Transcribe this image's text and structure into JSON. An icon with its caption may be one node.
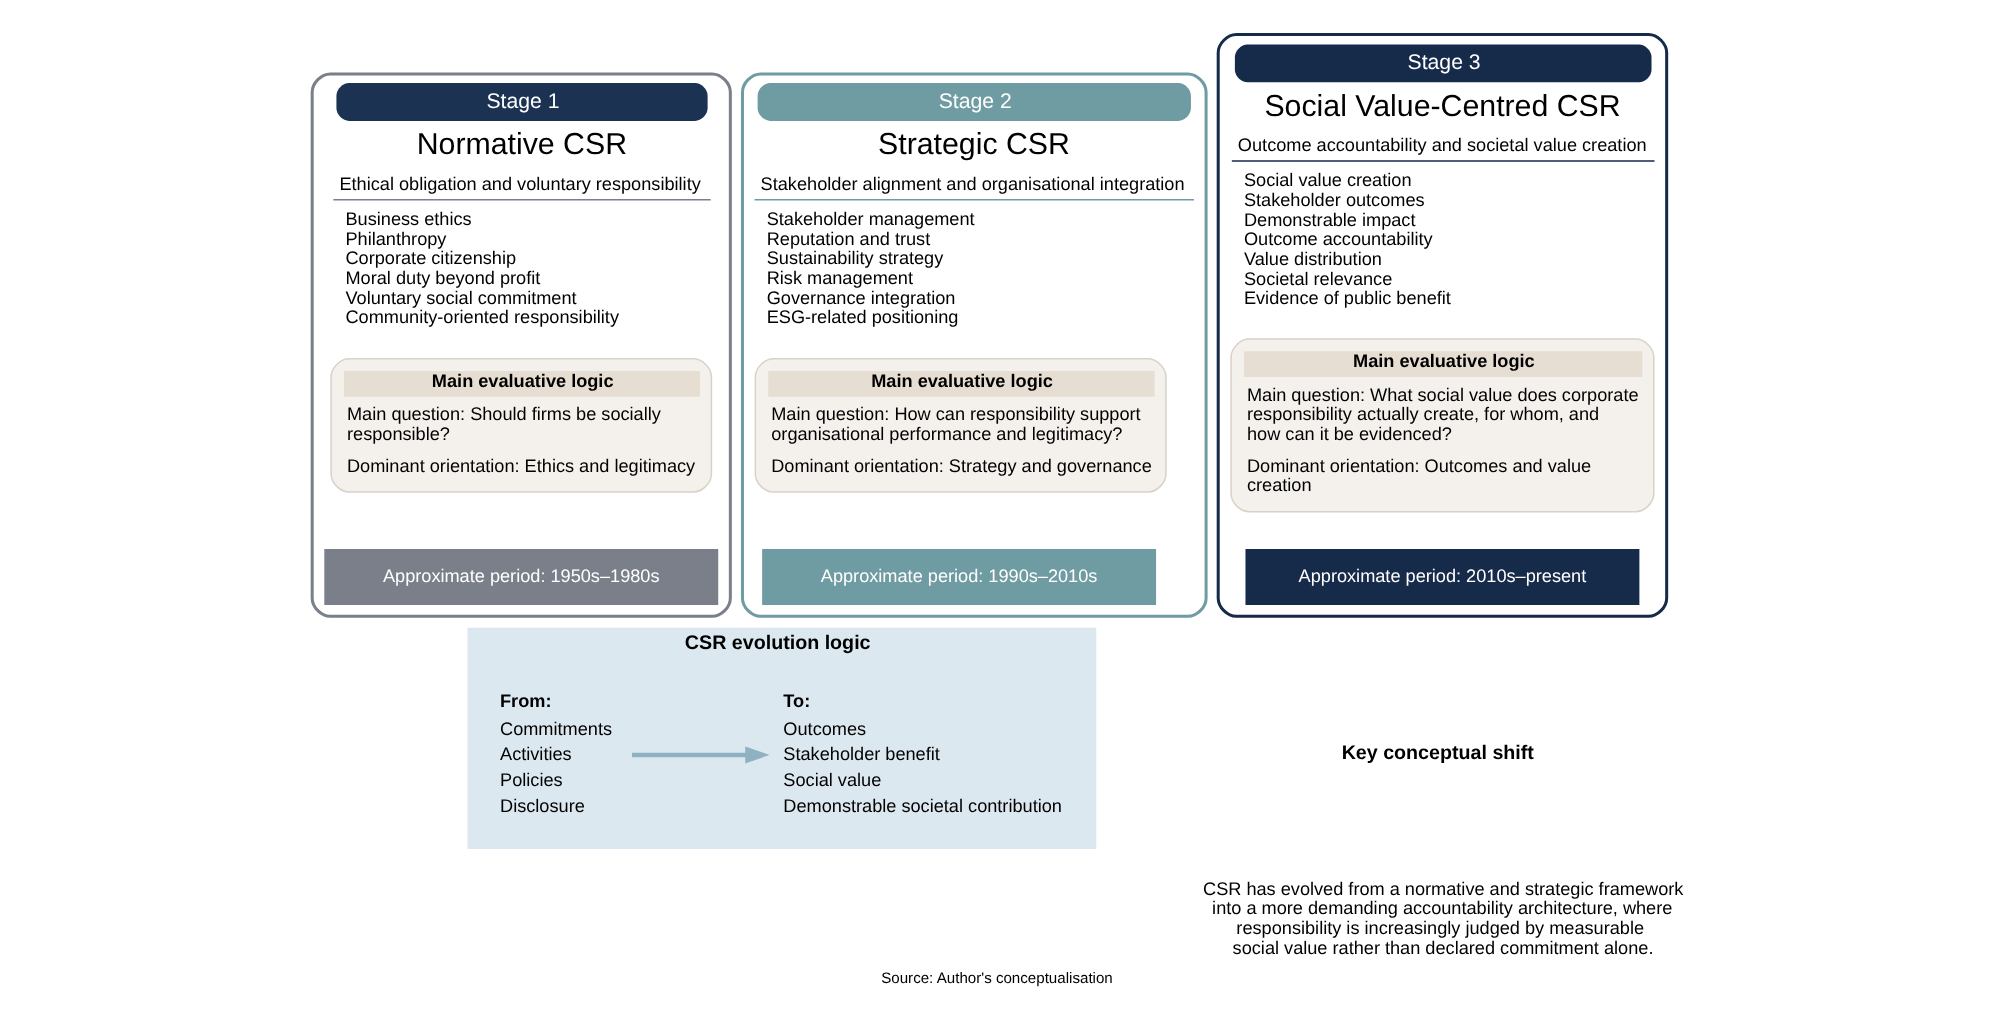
{
  "diagram": {
    "caption": "Source: Author's conceptualisation",
    "nodes": [
      {
        "text": [
          "Stage 1",
          "Normative CSR",
          "Ethical obligation and voluntary responsibility",
          "Business ethics",
          "Philanthropy",
          "Corporate citizenship",
          "Moral duty beyond profit",
          "Voluntary social commitment",
          "Community-oriented responsibility"
        ]
      },
      {
        "text": [
          "Main evaluative logic",
          "Main question: Should firms be socially responsible?",
          "Dominant orientation: Ethics and legitimacy"
        ],
        "in": 0
      },
      {
        "text": [
          "Approximate period: 1950s–1980s"
        ],
        "in": 0
      },
      {
        "text": [
          "Stage 2",
          "Strategic CSR",
          "Stakeholder alignment and organisational integration",
          "Stakeholder management",
          "Reputation and trust",
          "Sustainability strategy",
          "Risk management",
          "Governance integration",
          "ESG-related positioning"
        ]
      },
      {
        "text": [
          "Main evaluative logic",
          "Main question: How can responsibility support organisational performance and legitimacy?",
          "Dominant orientation: Strategy and governance"
        ],
        "in": 3
      },
      {
        "text": [
          "Approximate period: 1990s–2010s"
        ],
        "in": 3
      },
      {
        "text": [
          "Stage 3",
          "Social Value-Centred CSR",
          "Outcome accountability and societal value creation",
          "Social value creation",
          "Stakeholder outcomes",
          "Demonstrable impact",
          "Outcome accountability",
          "Value distribution",
          "Societal relevance",
          "Evidence of public benefit"
        ]
      },
      {
        "text": [
          "Main evaluative logic",
          "Main question: What social value does corporate responsibility actually create, for whom, and how can it be evidenced?",
          "Dominant orientation: Outcomes and value creation"
        ],
        "in": 6
      },
      {
        "text": [
          "Approximate period: 2010s–present"
        ],
        "in": 6
      },
      {
        "text": [
          "CSR evolution logic"
        ]
      },
      {
        "text": [
          "From:",
          "Commitments",
          "Activities",
          "Policies",
          "Disclosure"
        ],
        "in": 9
      },
      {
        "text": [
          "To:",
          "Outcomes",
          "Stakeholder benefit",
          "Social value",
          "Demonstrable societal contribution"
        ],
        "in": 9
      }
    ],
    "edges": [
      {
        "from": 10,
        "to": 11,
        "arrow": "to"
      }
    ],
    "labels": [
      "Key conceptual shift",
      "CSR has evolved from a normative and strategic framework into a more demanding accountability architecture, where responsibility is increasingly judged by measurable social value rather than declared commitment alone."
    ]
  }
}
